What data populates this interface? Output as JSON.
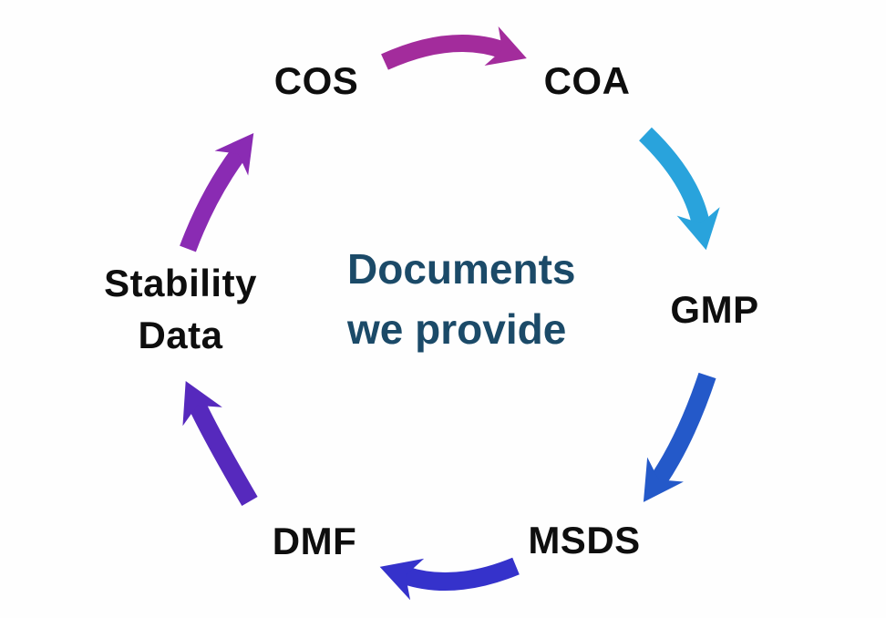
{
  "page": {
    "background_color": "#FEFEFE"
  },
  "diagram": {
    "type": "cycle-diagram",
    "title": {
      "line1": "Documents",
      "line2": "we provide",
      "color": "#1B4A68"
    },
    "label_color": "#0E0E0E",
    "nodes": [
      {
        "id": "cos",
        "label": "COS"
      },
      {
        "id": "coa",
        "label": "COA"
      },
      {
        "id": "gmp",
        "label": "GMP"
      },
      {
        "id": "msds",
        "label": "MSDS"
      },
      {
        "id": "dmf",
        "label": "DMF"
      },
      {
        "id": "stability-data",
        "label": "Stability Data",
        "line1": "Stability",
        "line2": "Data"
      }
    ],
    "arrows": [
      {
        "from": "COS",
        "to": "COA",
        "color": "#A32C9C"
      },
      {
        "from": "COA",
        "to": "GMP",
        "color": "#29A3DC"
      },
      {
        "from": "GMP",
        "to": "MSDS",
        "color": "#2459C9"
      },
      {
        "from": "MSDS",
        "to": "DMF",
        "color": "#3532CB"
      },
      {
        "from": "DMF",
        "to": "Stability Data",
        "color": "#5629BD"
      },
      {
        "from": "Stability Data",
        "to": "COS",
        "color": "#8A2BB3"
      }
    ]
  }
}
